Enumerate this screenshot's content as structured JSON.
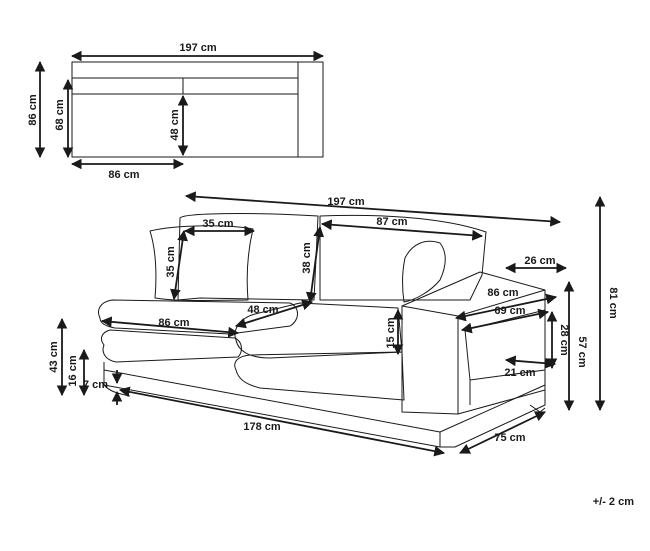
{
  "top_view": {
    "width": "197 cm",
    "depth": "86 cm",
    "inner_depth": "68 cm",
    "seat_depth": "48 cm",
    "chaise_width": "86 cm"
  },
  "front_view": {
    "overall_width": "197 cm",
    "back_cushion_width": "87 cm",
    "pillow_width": "35 cm",
    "pillow_height": "35 cm",
    "back_height": "38 cm",
    "seat_cushion_width": "86 cm",
    "seat_depth": "48 cm",
    "cushion_thickness": "15 cm",
    "armrest_width": "26 cm",
    "armrest_depth": "86 cm",
    "inner_arm_depth": "69 cm",
    "arm_opening_height": "28 cm",
    "arm_opening_depth": "21 cm",
    "arm_height": "57 cm",
    "total_height": "81 cm",
    "seat_height": "43 cm",
    "base_height": "16 cm",
    "leg_height": "7 cm",
    "base_width": "178 cm",
    "base_depth": "75 cm"
  },
  "tolerance": "+/- 2 cm"
}
